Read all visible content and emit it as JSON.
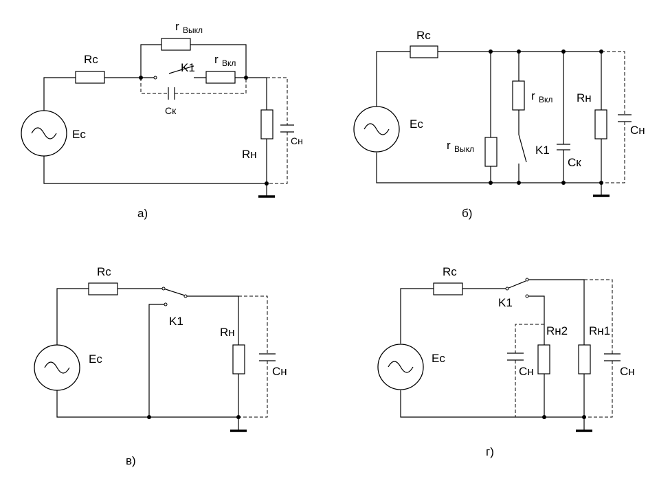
{
  "diagram": {
    "a": {
      "caption": "а)",
      "rc": "Rc",
      "ec": "Ec",
      "k1": "K1",
      "rn": "Rн",
      "cn": "Сн",
      "ck": "Ск",
      "r_off": "r",
      "r_off_sub": "Выкл",
      "r_on": "r",
      "r_on_sub": "Вкл"
    },
    "b": {
      "caption": "б)",
      "rc": "Rc",
      "ec": "Ec",
      "k1": "K1",
      "rn": "Rн",
      "cn": "Сн",
      "ck": "Ск",
      "r_off": "r",
      "r_off_sub": "Выкл",
      "r_on": "r",
      "r_on_sub": "Вкл"
    },
    "v": {
      "caption": "в)",
      "rc": "Rc",
      "ec": "Ec",
      "k1": "K1",
      "rn": "Rн",
      "cn": "Сн"
    },
    "g": {
      "caption": "г)",
      "rc": "Rc",
      "ec": "Ec",
      "k1": "K1",
      "rn1": "Rн1",
      "rn2": "Rн2",
      "cn1": "Сн",
      "cn2": "Сн"
    }
  }
}
